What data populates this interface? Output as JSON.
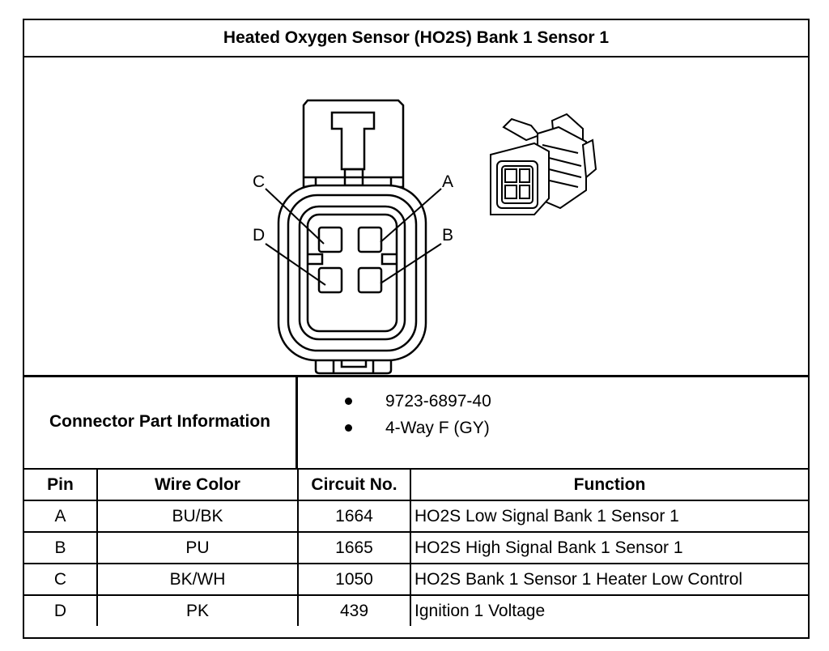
{
  "title": "Heated Oxygen Sensor (HO2S) Bank 1 Sensor 1",
  "pin_letters": {
    "a": "A",
    "b": "B",
    "c": "C",
    "d": "D"
  },
  "connector_part_information": {
    "label": "Connector Part Information",
    "items": [
      "9723-6897-40",
      "4-Way F (GY)"
    ]
  },
  "table": {
    "headers": [
      "Pin",
      "Wire Color",
      "Circuit No.",
      "Function"
    ],
    "rows": [
      [
        "A",
        "BU/BK",
        "1664",
        "HO2S Low Signal Bank 1 Sensor 1"
      ],
      [
        "B",
        "PU",
        "1665",
        "HO2S High Signal Bank 1 Sensor 1"
      ],
      [
        "C",
        "BK/WH",
        "1050",
        "HO2S Bank 1 Sensor 1 Heater Low Control"
      ],
      [
        "D",
        "PK",
        "439",
        "Ignition 1 Voltage"
      ]
    ]
  }
}
